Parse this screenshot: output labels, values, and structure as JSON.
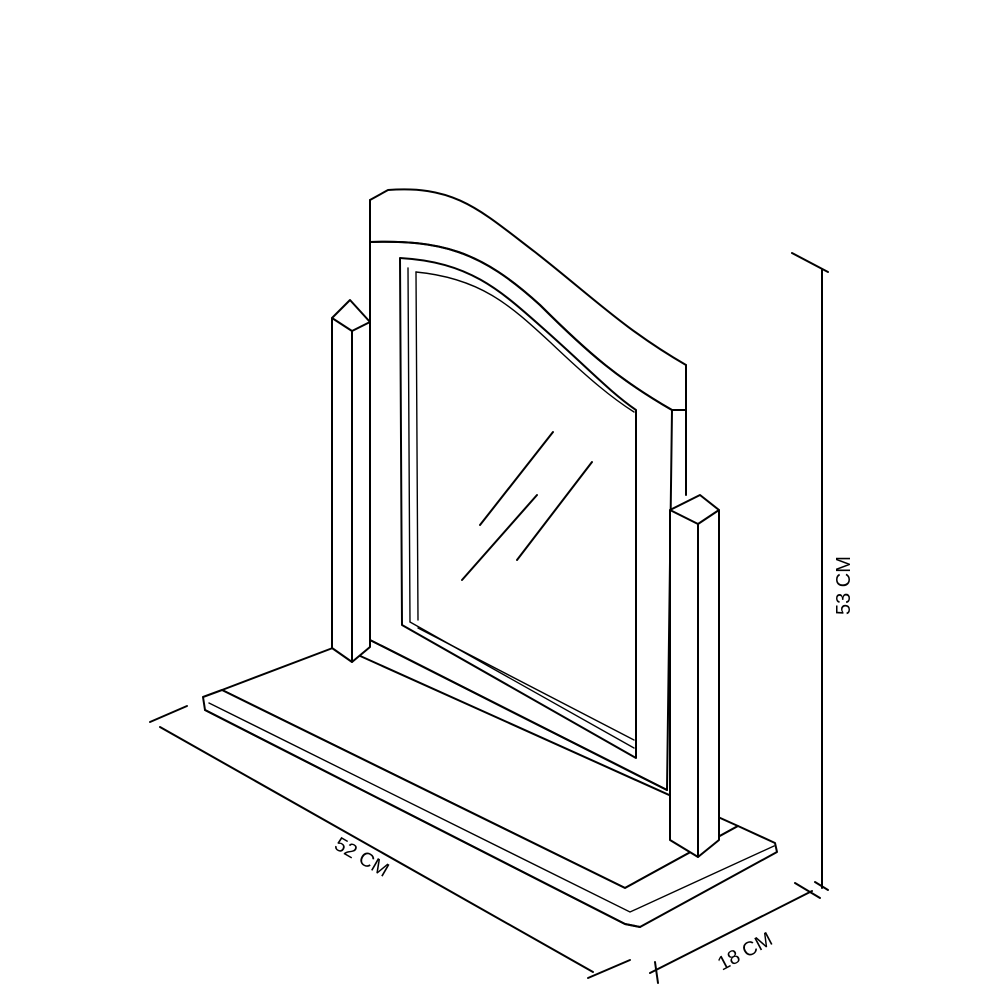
{
  "dimensions": {
    "width_label": "52 CM",
    "depth_label": "18 CM",
    "height_label": "53 CM"
  }
}
